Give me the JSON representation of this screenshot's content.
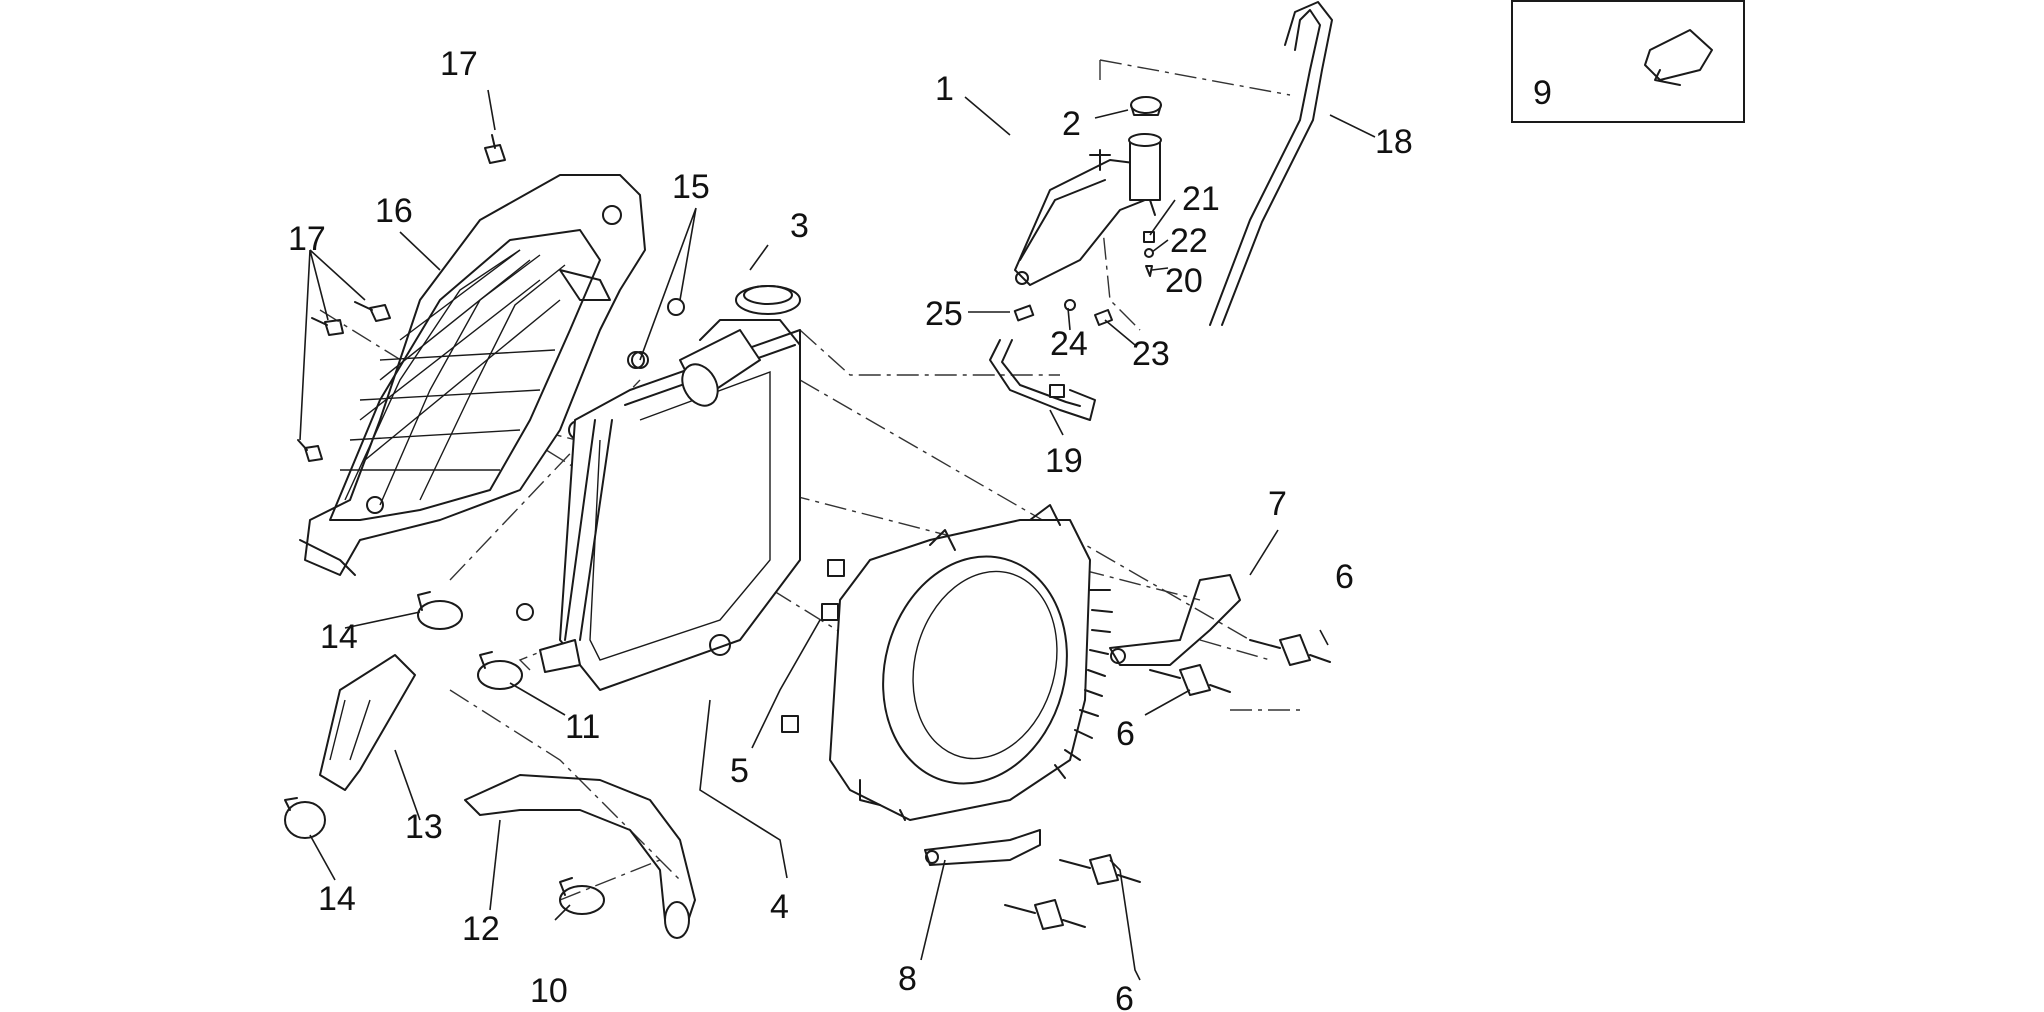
{
  "diagram": {
    "callouts": {
      "c1": "1",
      "c2": "2",
      "c3": "3",
      "c4": "4",
      "c5": "5",
      "c6a": "6",
      "c6b": "6",
      "c6c": "6",
      "c7": "7",
      "c8": "8",
      "c9": "9",
      "c10": "10",
      "c11": "11",
      "c12": "12",
      "c13": "13",
      "c14a": "14",
      "c14b": "14",
      "c15": "15",
      "c16": "16",
      "c17a": "17",
      "c17b": "17",
      "c18": "18",
      "c19": "19",
      "c20": "20",
      "c21": "21",
      "c22": "22",
      "c23": "23",
      "c24": "24",
      "c25": "25"
    }
  }
}
